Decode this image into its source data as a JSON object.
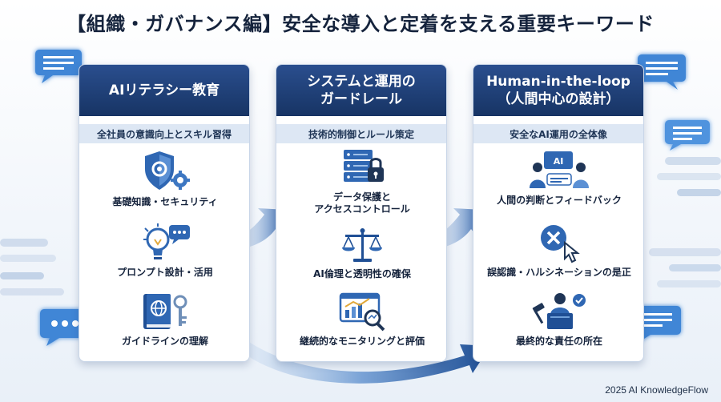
{
  "title": "【組織・ガバナンス編】安全な導入と定着を支える重要キーワード",
  "columns": [
    {
      "heading_line1": "AIリテラシー教育",
      "heading_line2": "",
      "subheading": "全社員の意識向上とスキル習得",
      "items": [
        {
          "label": "基礎知識・セキュリティ",
          "icon": "shield-gear-icon"
        },
        {
          "label": "プロンプト設計・活用",
          "icon": "lightbulb-chat-icon"
        },
        {
          "label": "ガイドラインの理解",
          "icon": "book-key-icon"
        }
      ]
    },
    {
      "heading_line1": "システムと運用の",
      "heading_line2": "ガードレール",
      "subheading": "技術的制御とルール策定",
      "items": [
        {
          "label": "データ保護と\nアクセスコントロール",
          "label_line1": "データ保護と",
          "label_line2": "アクセスコントロール",
          "icon": "server-lock-icon"
        },
        {
          "label": "AI倫理と透明性の確保",
          "icon": "scales-icon"
        },
        {
          "label": "継続的なモニタリングと評価",
          "icon": "monitor-magnifier-icon"
        }
      ]
    },
    {
      "heading_line1": "Human-in-the-loop",
      "heading_line2": "（人間中心の設計）",
      "subheading": "安全なAI運用の全体像",
      "items": [
        {
          "label": "人間の判断とフィードバック",
          "icon": "people-ai-icon",
          "icon_text": "AI"
        },
        {
          "label": "誤認識・ハルシネーションの是正",
          "icon": "correction-cursor-icon"
        },
        {
          "label": "最終的な責任の所在",
          "icon": "podium-gavel-icon"
        }
      ]
    }
  ],
  "credit": "2025 AI KnowledgeFlow",
  "colors": {
    "navy": "#173464",
    "blue": "#2a5fa8",
    "light_blue": "#6fa0d8",
    "sub_bg": "#dde7f4",
    "glow": "#4a90e2"
  }
}
